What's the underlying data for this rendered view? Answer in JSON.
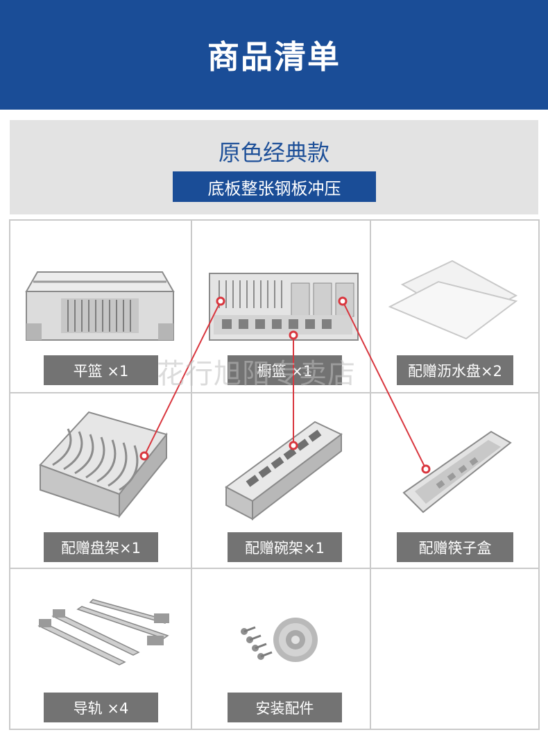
{
  "header": {
    "title": "商品清单"
  },
  "subtitle": {
    "title": "原色经典款",
    "band": "底板整张钢板冲压"
  },
  "watermark": "花行旭阳专卖店",
  "items": [
    {
      "label": "平篮 ×1"
    },
    {
      "label": "橱篮 ×1"
    },
    {
      "label": "配赠沥水盘×2"
    },
    {
      "label": "配赠盘架×1"
    },
    {
      "label": "配赠碗架×1"
    },
    {
      "label": "配赠筷子盒"
    },
    {
      "label": "导轨 ×4"
    },
    {
      "label": "安装配件"
    }
  ],
  "colors": {
    "header_bg": "#1a4d97",
    "label_bg": "#737373",
    "callout": "#d9363e"
  }
}
